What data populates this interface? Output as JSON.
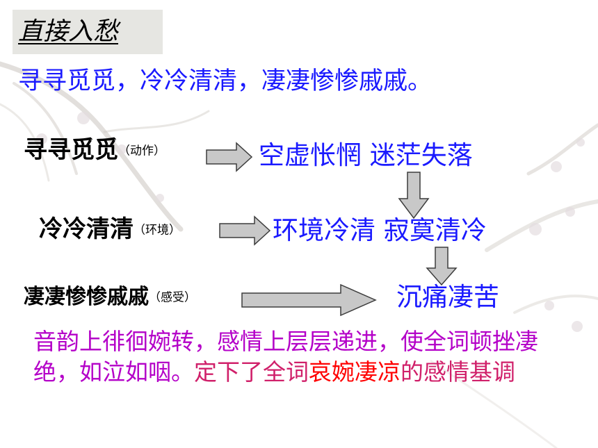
{
  "title": "直接入愁",
  "subtitle": "寻寻觅觅，冷冷清清，凄凄惨惨戚戚。",
  "rows": [
    {
      "label": "寻寻觅觅",
      "note": "（动作）",
      "result": "空虚怅惘  迷茫失落"
    },
    {
      "label": "冷冷清清",
      "note": "（环境）",
      "result": "环境冷清  寂寞清冷"
    },
    {
      "label": "凄凄惨惨戚戚",
      "note": "（感受）",
      "result": "沉痛凄苦"
    }
  ],
  "summary": {
    "part1": "音韵上徘徊婉转，感情上层层递进，使全词顿挫凄绝，如泣如咽。",
    "part2": "定下了全词",
    "part3": "哀婉凄凉",
    "part4": "的感情基调"
  },
  "colors": {
    "blue_text": "#1a1aff",
    "purple_text": "#b400c8",
    "pink_text": "#d0206a",
    "red_text": "#ff0000",
    "arrow_fill": "#c8c8c8",
    "title_bg": "#e6e6e2"
  }
}
